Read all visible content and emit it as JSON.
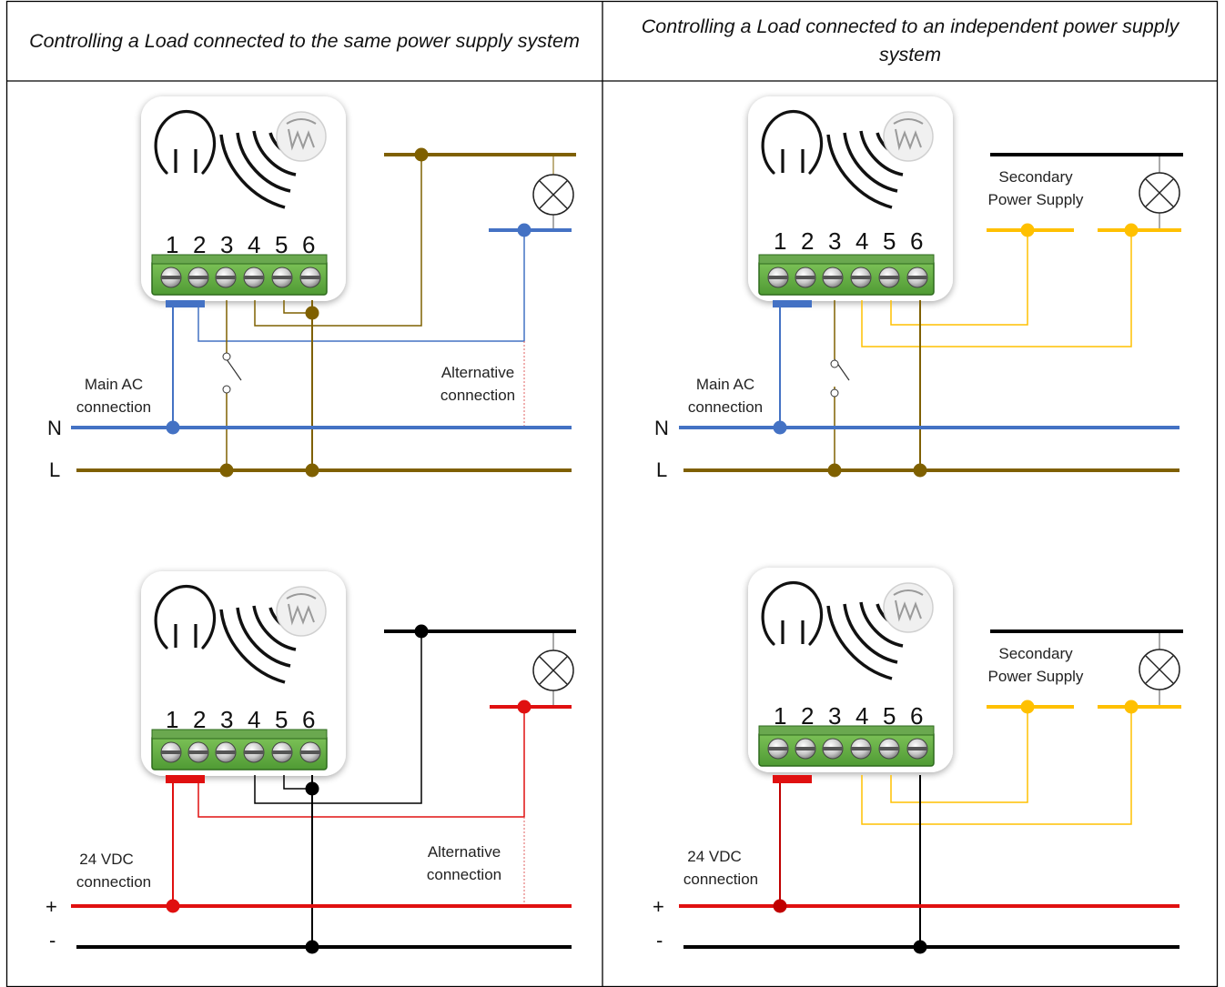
{
  "headers": {
    "left": "Controlling a Load connected to the same power supply system",
    "right": "Controlling a Load connected to an independent power supply system"
  },
  "terminal_numbers": [
    "1",
    "2",
    "3",
    "4",
    "5",
    "6"
  ],
  "labels": {
    "main_ac_1": "Main AC",
    "main_ac_2": "connection",
    "dc_1": "24 VDC",
    "dc_2": "connection",
    "alt_1": "Alternative",
    "alt_2": "connection",
    "sec_1": "Secondary",
    "sec_2": "Power Supply",
    "n": "N",
    "l": "L",
    "plus": "+",
    "minus": "-"
  },
  "colors": {
    "neutral_blue": "#4472c4",
    "live_brown": "#7f6000",
    "secondary_yellow": "#ffc000",
    "dc_red": "#e01010",
    "dc_black": "#000000",
    "terminal_green": "#70ad47"
  }
}
